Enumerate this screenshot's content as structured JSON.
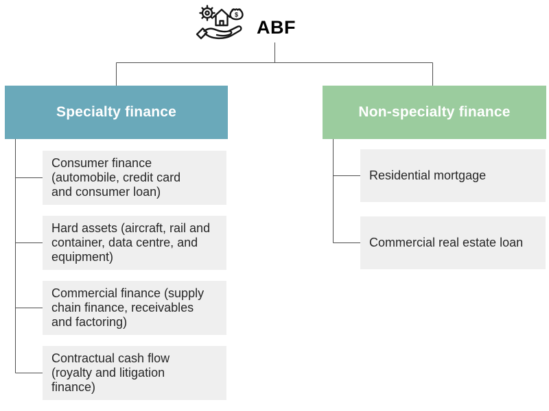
{
  "root": {
    "label": "ABF",
    "icon": "asset-finance-icon"
  },
  "colors": {
    "specialty_header_bg": "#6aa9ba",
    "non_specialty_header_bg": "#9bcc9e",
    "child_box_bg": "#efefef",
    "header_text": "#ffffff",
    "body_text": "#262626",
    "connector_line": "#4d4d4d"
  },
  "branches": [
    {
      "label": "Specialty finance",
      "children": [
        "Consumer finance\n(automobile, credit card\nand consumer loan)",
        "Hard assets (aircraft, rail and\ncontainer, data centre, and\nequipment)",
        "Commercial finance (supply\nchain finance, receivables\nand factoring)",
        "Contractual cash flow\n(royalty and litigation\nfinance)"
      ]
    },
    {
      "label": "Non-specialty finance",
      "children": [
        "Residential mortgage",
        "Commercial real estate loan"
      ]
    }
  ]
}
